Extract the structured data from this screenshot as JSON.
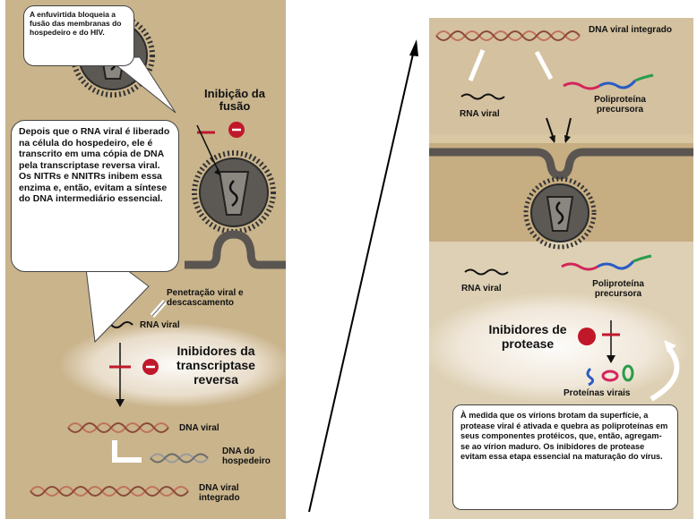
{
  "left_panel": {
    "callout_enfuvirtide": "A enfuvirtida bloqueia a fusão das membranas do hospedeiro e do HIV.",
    "inhibition_fusion": "Inibição da fusão",
    "callout_rt": "Depois que o RNA viral é liberado na célula do hospedeiro, ele é transcrito em uma cópia de DNA pela transcriptase reversa viral. Os NITRs e NNITRs inibem essa enzima e, então, evitam a síntese do DNA intermediário essencial.",
    "penetration": "Penetração viral e descascamento",
    "rna_viral": "RNA viral",
    "rt_inhibitors": "Inibidores da transcriptase reversa",
    "dna_viral": "DNA viral",
    "dna_host": "DNA do hospedeiro",
    "dna_integrated": "DNA viral integrado"
  },
  "right_panel": {
    "dna_integrated": "DNA viral integrado",
    "rna_viral_top": "RNA viral",
    "polyprotein_top": "Poliproteína precursora",
    "rna_viral_bottom": "RNA viral",
    "polyprotein_bottom": "Poliproteína precursora",
    "protease_inhibitors": "Inibidores de protease",
    "viral_proteins": "Proteínas virais",
    "callout_protease": "À medida que os vírions brotam da superfície, a protease viral é ativada e quebra as poliproteínas em seus componentes protéicos, que, então, agregam-se ao vírion maduro. Os inibidores de protease evitam essa etapa essencial na maturação do vírus."
  },
  "colors": {
    "background_left": "#c9b48c",
    "background_right": "#d8c7a2",
    "inhibitor_red": "#c0182a",
    "membrane": "#5a5550",
    "dna_strand": "#c0735a"
  }
}
